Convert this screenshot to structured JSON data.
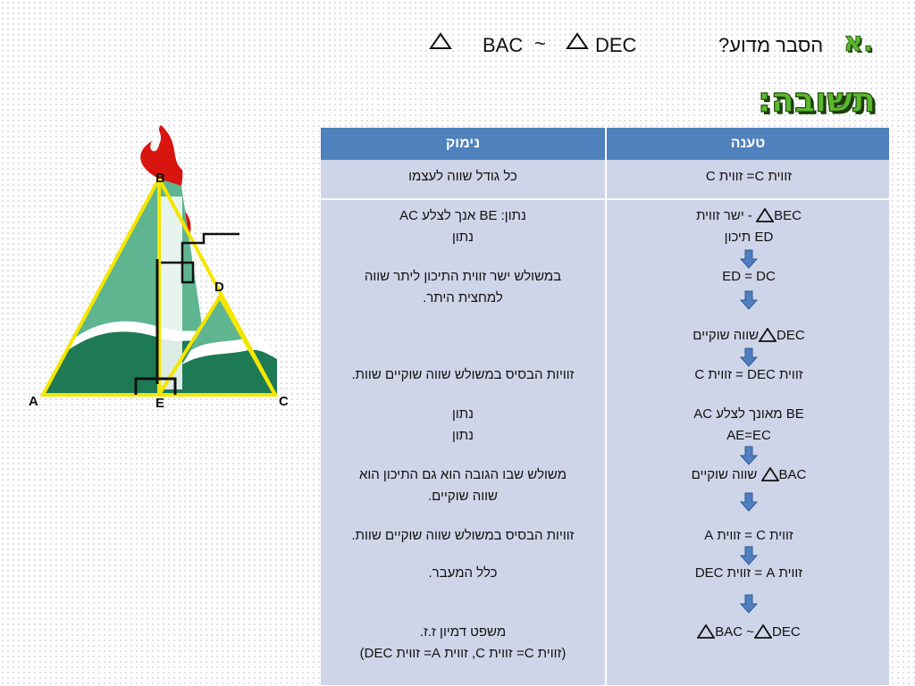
{
  "header": {
    "letter": "א.",
    "question": "הסבר מדוע?",
    "left_label": "DEC",
    "sim": "~",
    "right_label": "BAC"
  },
  "answer_title": "תשובה:",
  "table": {
    "col_right_header": "טענה",
    "col_left_header": "נימוק",
    "row1_claim": "זווית C= זווית C",
    "row1_reason": "כל גודל שווה לעצמו",
    "claims": {
      "c1_a": "BEC",
      "c1_b": " - ישר זווית",
      "c1_line2": "ED תיכון",
      "c2": "ED = DC",
      "c3_a": "DEC",
      "c3_b": "שווה שוקיים",
      "c4": "זווית DEC = זווית C",
      "c5_line1": "BE מאונך לצלע AC",
      "c5_line2": "AE=EC",
      "c6_a": "BAC",
      "c6_b": " שווה שוקיים",
      "c7": "זווית C = זווית A",
      "c8": "זווית A = זווית DEC",
      "c9_a": "BAC ~",
      "c9_b": "DEC"
    },
    "reasons": {
      "r1_line1": "נתון: BE אנך לצלע AC",
      "r1_line2": "נתון",
      "r2_line1": "במשולש ישר זווית התיכון ליתר שווה",
      "r2_line2": "למחצית היתר.",
      "r3": "זוויות הבסיס במשולש שווה שוקיים שוות.",
      "r4_line1": "נתון",
      "r4_line2": "נתון",
      "r5_line1": "משולש שבו הגובה הוא גם התיכון הוא",
      "r5_line2": "שווה שוקיים.",
      "r6": "זוויות הבסיס במשולש שווה שוקיים שוות.",
      "r7": "כלל המעבר.",
      "r8_line1": "משפט דמיון ז.ז.",
      "r8_line2": "(זווית C= זווית C, זווית A= זווית DEC)"
    }
  },
  "figure": {
    "labels": {
      "A": "A",
      "B": "B",
      "C": "C",
      "D": "D",
      "E": "E"
    },
    "colors": {
      "outline": "#f5e600",
      "dark_green": "#1d7a55",
      "light_green": "#5fb590",
      "flame": "#d8150f"
    }
  }
}
